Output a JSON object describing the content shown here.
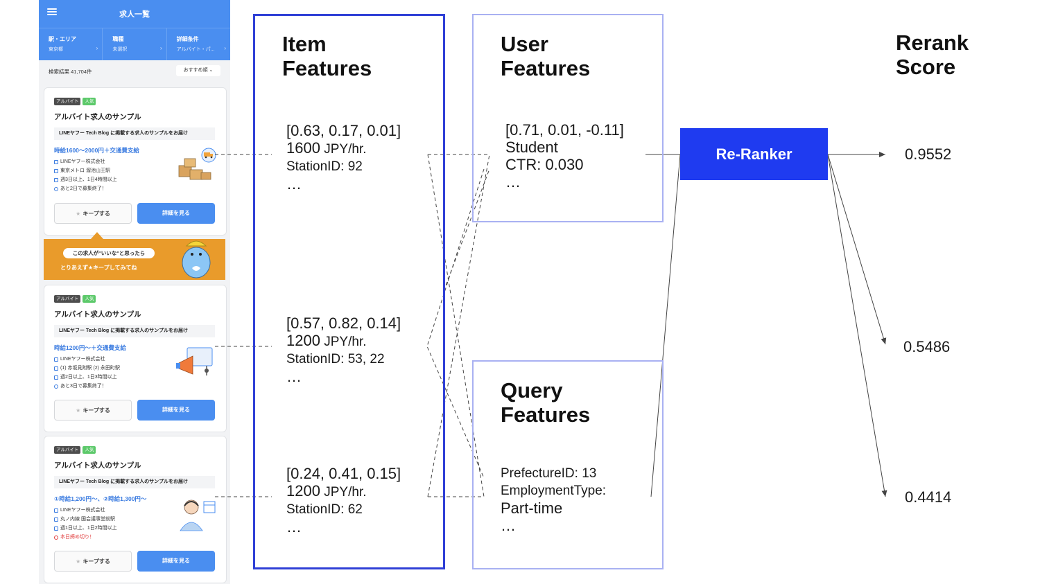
{
  "phone": {
    "app_title": "求人一覧",
    "filters": [
      {
        "label": "駅・エリア",
        "value": "東京都"
      },
      {
        "label": "職種",
        "value": "未選択"
      },
      {
        "label": "詳細条件",
        "value": "アルバイト・パ..."
      }
    ],
    "result_count": "検索結果 41,704件",
    "sort_label": "おすすめ順",
    "keep_label": "キープする",
    "detail_label": "詳細を見る",
    "tag_parttime": "アルバイト",
    "tag_popular": "人気",
    "cards": [
      {
        "title": "アルバイト求人のサンプル",
        "desc": "LINEヤフー Tech Blog に掲載する求人のサンプルをお届け",
        "wage": "時給1600〜2000円＋交通費支給",
        "company": "LINEヤフー株式会社",
        "station": "東京メトロ 溜池山王駅",
        "schedule": "週3日以上、1日4時間以上",
        "deadline": "あと2日で募集終了！",
        "illustration": "boxes-truck-illustration"
      },
      {
        "title": "アルバイト求人のサンプル",
        "desc": "LINEヤフー Tech Blog に掲載する求人のサンプルをお届け",
        "wage": "時給1200円〜＋交通費支給",
        "company": "LINEヤフー株式会社",
        "station": "(1) 赤坂見附駅 (2) 永田町駅",
        "schedule": "週2日以上、1日3時間以上",
        "deadline": "あと3日で募集終了！",
        "illustration": "megaphone-illustration"
      },
      {
        "title": "アルバイト求人のサンプル",
        "desc": "LINEヤフー Tech Blog に掲載する求人のサンプルをお届け",
        "wage": "①時給1,200円〜、②時給1,300円〜",
        "company": "LINEヤフー株式会社",
        "station": "丸ノ内線 国会議事堂前駅",
        "schedule": "週1日以上、1日2時間以上",
        "deadline": "本日締め切り！",
        "illustration": "operator-headset-illustration"
      }
    ],
    "banner": {
      "bubble": "この求人が\"いいな\"と思ったら",
      "sub": "とりあえず★キープしてみてね"
    }
  },
  "diagram": {
    "item_heading": [
      "Item",
      "Features"
    ],
    "user_heading": [
      "User",
      "Features"
    ],
    "query_heading": [
      "Query",
      "Features"
    ],
    "score_heading": [
      "Rerank",
      "Score"
    ],
    "items": [
      {
        "vector": "[0.63, 0.17, 0.01]",
        "wage_num": "1600",
        "wage_unit": " JPY/hr.",
        "station": "StationID: 92",
        "more": "…"
      },
      {
        "vector": "[0.57, 0.82, 0.14]",
        "wage_num": "1200",
        "wage_unit": " JPY/hr.",
        "station": "StationID: 53, 22",
        "more": "…"
      },
      {
        "vector": "[0.24, 0.41, 0.15]",
        "wage_num": "1200",
        "wage_unit": " JPY/hr.",
        "station": "StationID: 62",
        "more": "…"
      }
    ],
    "user": {
      "vector": "[0.71, 0.01, -0.11]",
      "role": "Student",
      "ctr": "CTR: 0.030",
      "more": "…"
    },
    "query": {
      "pref": "PrefectureID: 13",
      "etype": "EmploymentType:",
      "etype_val": "Part-time",
      "more": "…"
    },
    "reranker_label": "Re-Ranker",
    "scores": [
      "0.9552",
      "0.5486",
      "0.4414"
    ],
    "colors": {
      "reranker": "#1f3bf0",
      "item_border": "#2f3fd6",
      "light_border": "#a9b1f2",
      "phone_accent": "#4a8ef0",
      "banner": "#e99b2b"
    }
  }
}
